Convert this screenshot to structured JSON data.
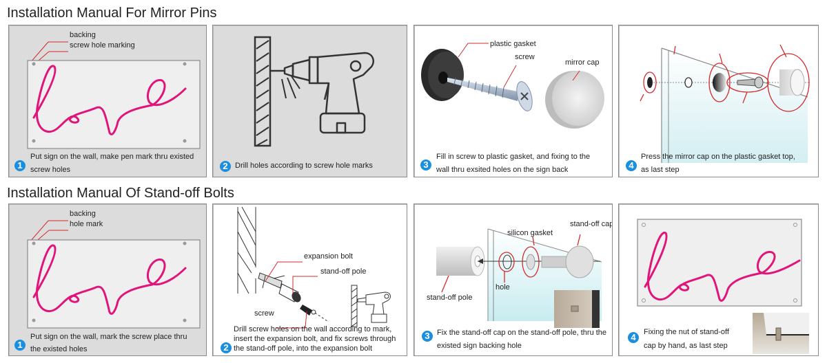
{
  "sections": [
    {
      "title": "Installation Manual For Mirror Pins",
      "steps": [
        {
          "number": "1",
          "caption_line1": "Put sign on the wall, make pen mark thru existed",
          "caption_line2": "screw holes",
          "labels": [
            "backing",
            "screw hole marking"
          ],
          "sign_text": "love"
        },
        {
          "number": "2",
          "caption_line1": "Drill holes according to screw hole marks"
        },
        {
          "number": "3",
          "caption_line1": "Fill in screw to plastic gasket, and fixing to the",
          "caption_line2": "wall thru exsited holes on the sign back",
          "labels": [
            "plastic gasket",
            "screw",
            "mirror cap"
          ]
        },
        {
          "number": "4",
          "caption_line1": "Press the mirror cap on the plastic gasket top,",
          "caption_line2": "as last step"
        }
      ]
    },
    {
      "title": "Installation Manual Of Stand-off Bolts",
      "steps": [
        {
          "number": "1",
          "caption_line1": "Put sign on the wall, mark the screw place thru",
          "caption_line2": "the existed holes",
          "labels": [
            "backing",
            "hole mark"
          ],
          "sign_text": "love"
        },
        {
          "number": "2",
          "caption_line1": "Drill screw holes on the wall according to mark,",
          "caption_line2": "insert the expansion bolt, and fix screws through",
          "caption_line3": "the stand-off pole, into the expansion bolt",
          "labels": [
            "expansion bolt",
            "stand-off pole",
            "screw"
          ]
        },
        {
          "number": "3",
          "caption_line1": "Fix the stand-off cap on the stand-off pole, thru the",
          "caption_line2": "existed sign backing hole",
          "labels": [
            "silicon gasket",
            "stand-off cap",
            "hole",
            "stand-off pole"
          ]
        },
        {
          "number": "4",
          "caption_line1": "Fixing the nut of stand-off",
          "caption_line2": "cap by hand, as last step",
          "sign_text": "love"
        }
      ]
    }
  ],
  "colors": {
    "accent_blue": "#1a8fe0",
    "neon_pink": "#e0147a",
    "callout_red": "#d42a2a"
  }
}
